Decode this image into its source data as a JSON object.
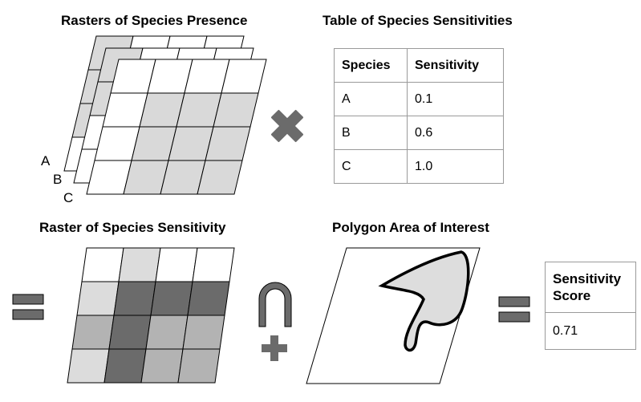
{
  "titles": {
    "rasters": "Rasters of Species Presence",
    "table": "Table of Species Sensitivities",
    "sensitivity_raster": "Raster of Species Sensitivity",
    "polygon": "Polygon Area of Interest"
  },
  "layer_labels": [
    "A",
    "B",
    "C"
  ],
  "sensitivity_table": {
    "headers": [
      "Species",
      "Sensitivity"
    ],
    "rows": [
      [
        "A",
        "0.1"
      ],
      [
        "B",
        "0.6"
      ],
      [
        "C",
        "1.0"
      ]
    ]
  },
  "score_table": {
    "header_line1": "Sensitivity",
    "header_line2": "Score",
    "value": "0.71"
  },
  "colors": {
    "presence_fill": "#d9d9d9",
    "operator": "#6b6b6b",
    "light": "#dcdcdc",
    "medium": "#b3b3b3",
    "dark": "#6b6b6b",
    "polygon_fill": "#dddddd"
  },
  "raster_A_shading": [
    [
      1,
      0,
      0,
      0
    ],
    [
      1,
      0,
      0,
      0
    ],
    [
      1,
      0,
      0,
      0
    ],
    [
      0,
      0,
      0,
      0
    ]
  ],
  "raster_B_shading": [
    [
      1,
      0,
      0,
      0
    ],
    [
      1,
      0,
      0,
      0
    ],
    [
      0,
      0,
      0,
      0
    ],
    [
      0,
      0,
      0,
      0
    ]
  ],
  "raster_C_shading": [
    [
      0,
      0,
      0,
      0
    ],
    [
      0,
      1,
      1,
      1
    ],
    [
      0,
      1,
      1,
      1
    ],
    [
      0,
      1,
      1,
      1
    ]
  ],
  "sensitivity_raster_shading": [
    [
      "white",
      "light",
      "white",
      "white"
    ],
    [
      "light",
      "dark",
      "dark",
      "dark"
    ],
    [
      "medium",
      "dark",
      "medium",
      "medium"
    ],
    [
      "light",
      "dark",
      "medium",
      "medium"
    ]
  ]
}
